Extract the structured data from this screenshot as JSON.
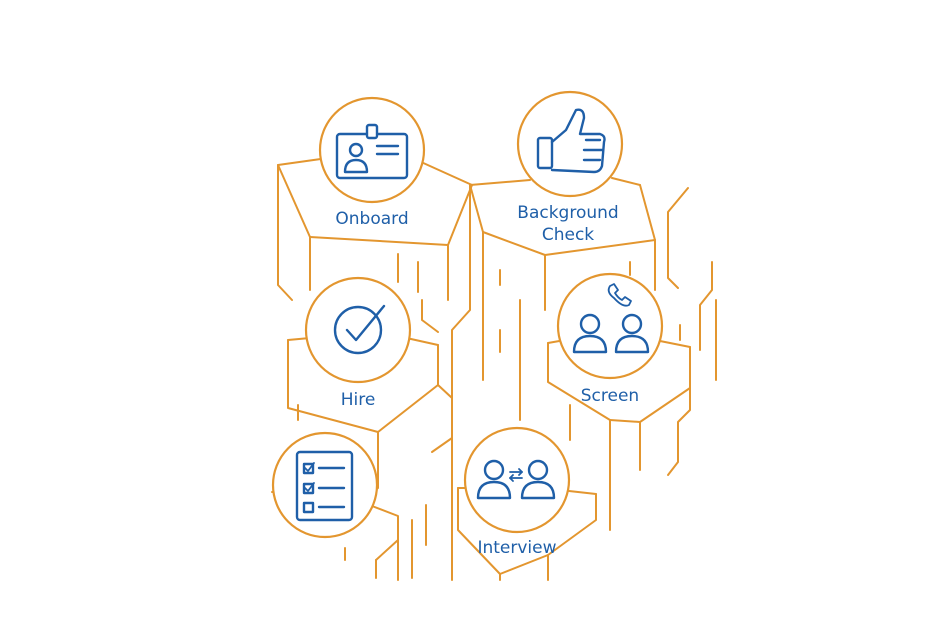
{
  "colors": {
    "line": "#e3962f",
    "icon": "#1f5fa8",
    "background": "#ffffff"
  },
  "steps": [
    {
      "id": "onboard",
      "label": "Onboard",
      "icon": "id-badge-icon"
    },
    {
      "id": "background-check",
      "label_line1": "Background",
      "label_line2": "Check",
      "icon": "thumbs-up-icon"
    },
    {
      "id": "hire",
      "label": "Hire",
      "icon": "checkmark-icon"
    },
    {
      "id": "screen",
      "label": "Screen",
      "icon": "phone-screen-icon"
    },
    {
      "id": "interview",
      "label": "Interview",
      "icon": "interview-icon"
    },
    {
      "id": "apply",
      "icon": "checklist-icon"
    }
  ]
}
